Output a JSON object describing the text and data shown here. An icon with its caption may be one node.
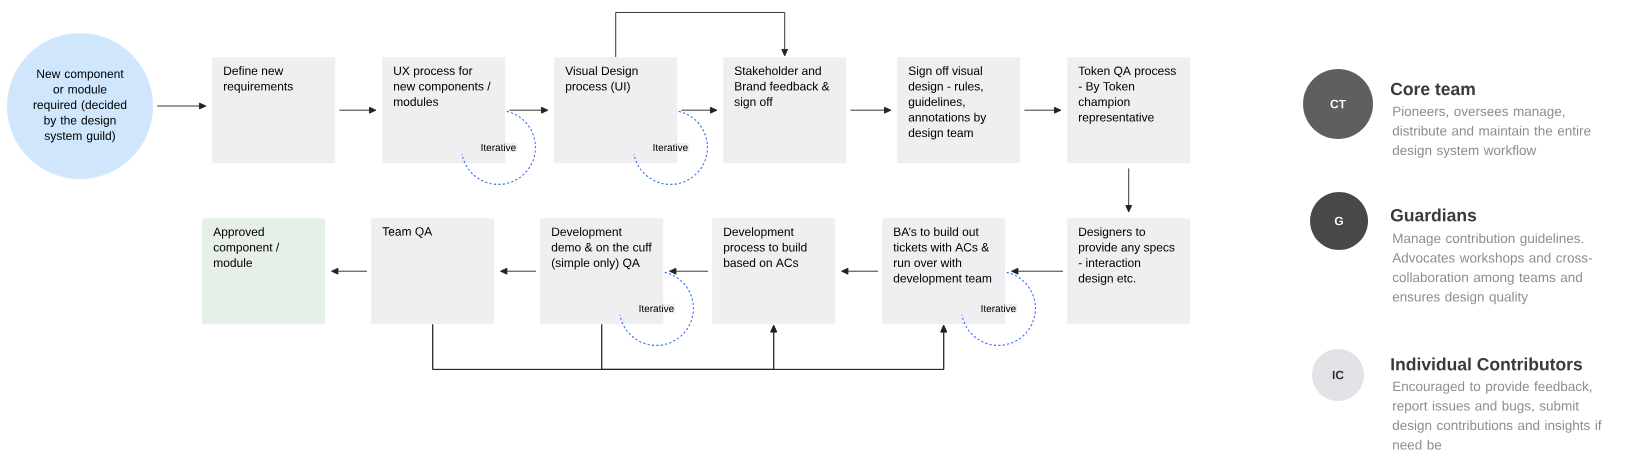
{
  "diagram": {
    "nodes": [
      {
        "text": [
          "New component or module required (decided by the design system guild)"
        ]
      },
      {
        "text": [
          "Define new requirements"
        ]
      },
      {
        "text": [
          "UX process for new components / modules"
        ]
      },
      {
        "text": [
          "Visual Design process (UI)"
        ]
      },
      {
        "text": [
          "Stakeholder and Brand feedback & sign off"
        ]
      },
      {
        "text": [
          "Sign off visual design - rules, guidelines, annotations by design team"
        ]
      },
      {
        "text": [
          "Token QA process - By Token champion representative"
        ]
      },
      {
        "text": [
          "Approved component / module"
        ]
      },
      {
        "text": [
          "Team QA"
        ]
      },
      {
        "text": [
          "Development demo & on the cuff (simple only) QA"
        ]
      },
      {
        "text": [
          "Development process to build based on ACs"
        ]
      },
      {
        "text": [
          "BA’s to build out tickets with ACs & run over with development team"
        ]
      },
      {
        "text": [
          "Designers to provide any specs - interaction design etc."
        ]
      },
      {
        "text": [
          "CT"
        ],
        "beside": [
          "Core team",
          "Pioneers, oversees manage, distribute and maintain the entire design system workflow"
        ]
      },
      {
        "text": [
          "G"
        ],
        "beside": [
          "Guardians",
          "Manage contribution guidelines. Advocates workshops and cross-collaboration among teams and ensures design quality"
        ]
      },
      {
        "text": [
          "IC"
        ],
        "beside": [
          "Individual Contributors",
          "Encouraged to provide feedback, report issues and bugs, submit design contributions and insights if need be"
        ]
      }
    ],
    "edges": [
      {
        "from": 0,
        "to": 1,
        "arrow": "to"
      },
      {
        "from": 1,
        "to": 2,
        "arrow": "to"
      },
      {
        "from": 2,
        "to": 3,
        "arrow": "to"
      },
      {
        "from": 3,
        "to": 4,
        "arrow": "to"
      },
      {
        "from": 3,
        "to": 4,
        "arrow": "to"
      },
      {
        "from": 4,
        "to": 5,
        "arrow": "to"
      },
      {
        "from": 5,
        "to": 6,
        "arrow": "to"
      },
      {
        "from": 6,
        "to": 12,
        "arrow": "to"
      },
      {
        "from": 12,
        "to": 11,
        "arrow": "to"
      },
      {
        "from": 11,
        "to": 10,
        "arrow": "to"
      },
      {
        "from": 10,
        "to": 9,
        "arrow": "to"
      },
      {
        "from": 9,
        "to": 8,
        "arrow": "to"
      },
      {
        "from": 8,
        "to": 7,
        "arrow": "to"
      },
      {
        "from": 8,
        "to": 10,
        "arrow": "to"
      },
      {
        "from": 8,
        "to": 11,
        "arrow": "to"
      },
      {
        "from": 9,
        "to": 10,
        "arrow": "to"
      },
      {
        "from": 9,
        "to": 11,
        "arrow": "to"
      },
      {
        "from": 2,
        "to": 2,
        "arrow": "none",
        "style": "dashed",
        "color": "#3d6ef5",
        "label": "Iterative"
      },
      {
        "from": 3,
        "to": 3,
        "arrow": "none",
        "style": "dashed",
        "color": "#3d6ef5",
        "label": "Iterative"
      },
      {
        "from": 9,
        "to": 9,
        "arrow": "none",
        "style": "dashed",
        "color": "#3d6ef5",
        "label": "Iterative"
      },
      {
        "from": 11,
        "to": 11,
        "arrow": "none",
        "style": "dashed",
        "color": "#3d6ef5",
        "label": "Iterative"
      }
    ]
  }
}
